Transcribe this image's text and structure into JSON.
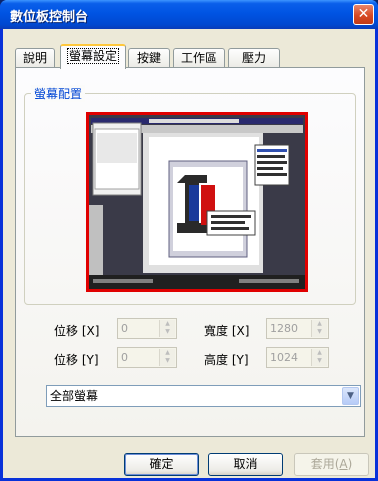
{
  "window": {
    "title": "數位板控制台"
  },
  "tabs": [
    {
      "label": "說明"
    },
    {
      "label": "螢幕設定"
    },
    {
      "label": "按鍵"
    },
    {
      "label": "工作區"
    },
    {
      "label": "壓力"
    }
  ],
  "screen_layout": {
    "group_label": "螢幕配置"
  },
  "offset_x": {
    "label": "位移 [X]",
    "value": "0"
  },
  "offset_y": {
    "label": "位移 [Y]",
    "value": "0"
  },
  "width": {
    "label": "寬度 [X]",
    "value": "1280"
  },
  "height": {
    "label": "高度 [Y]",
    "value": "1024"
  },
  "monitor_select": {
    "selected": "全部螢幕"
  },
  "buttons": {
    "ok": "確定",
    "cancel": "取消",
    "apply_text": "套用(",
    "apply_key": "A",
    "apply_end": ")"
  },
  "colors": {
    "accent": "#0054e3",
    "preview_border": "#e00000",
    "group_label": "#0046d5"
  }
}
